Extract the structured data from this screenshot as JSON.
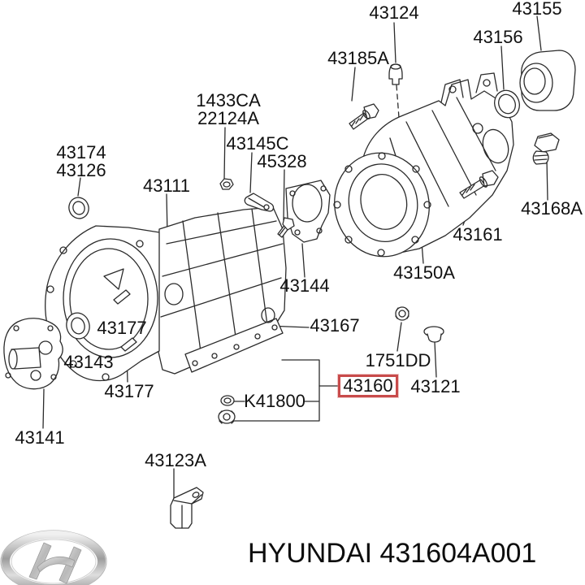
{
  "colors": {
    "background": "#ffffff",
    "diagram_line": "#2b2b2b",
    "label_text": "#111111",
    "highlight_box": "#c84b4b",
    "logo_silver": "#c4c4c4"
  },
  "highlight": {
    "part_number": "43160"
  },
  "footer": {
    "brand_text": "HYUNDAI 431604A001",
    "logo": "hyundai-logo"
  },
  "labels": [
    {
      "id": "43124",
      "text": "43124"
    },
    {
      "id": "43155",
      "text": "43155"
    },
    {
      "id": "43156",
      "text": "43156"
    },
    {
      "id": "43185A",
      "text": "43185A"
    },
    {
      "id": "1433CA",
      "text": "1433CA"
    },
    {
      "id": "22124A",
      "text": "22124A"
    },
    {
      "id": "43145C",
      "text": "43145C"
    },
    {
      "id": "45328",
      "text": "45328"
    },
    {
      "id": "43174",
      "text": "43174"
    },
    {
      "id": "43126",
      "text": "43126"
    },
    {
      "id": "43111",
      "text": "43111"
    },
    {
      "id": "43144",
      "text": "43144"
    },
    {
      "id": "43150A",
      "text": "43150A"
    },
    {
      "id": "43161",
      "text": "43161"
    },
    {
      "id": "43168A",
      "text": "43168A"
    },
    {
      "id": "43167",
      "text": "43167"
    },
    {
      "id": "1751DD",
      "text": "1751DD"
    },
    {
      "id": "43121",
      "text": "43121"
    },
    {
      "id": "43160",
      "text": "43160"
    },
    {
      "id": "K41800",
      "text": "K41800"
    },
    {
      "id": "43177a",
      "text": "43177"
    },
    {
      "id": "43143",
      "text": "43143"
    },
    {
      "id": "43177b",
      "text": "43177"
    },
    {
      "id": "43141",
      "text": "43141"
    },
    {
      "id": "43123A",
      "text": "43123A"
    }
  ]
}
